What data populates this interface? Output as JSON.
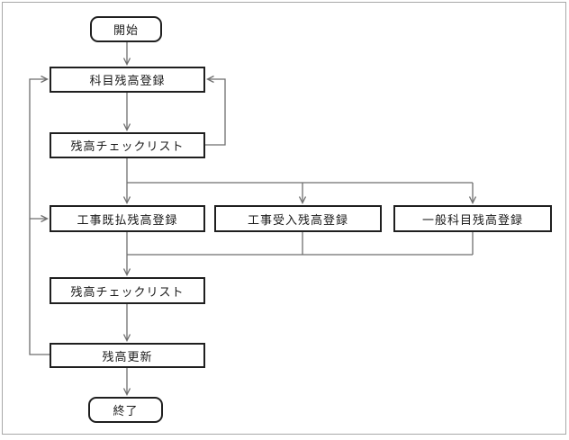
{
  "diagram": {
    "type": "flowchart",
    "language": "ja",
    "colors": {
      "box_border": "#1f1f1f",
      "connector": "#6e6e6e",
      "canvas_border": "#a8a8a8",
      "background": "#ffffff",
      "text": "#1a1a1a"
    },
    "nodes": [
      {
        "id": "start",
        "type": "terminator",
        "label": "開始"
      },
      {
        "id": "subject-balance-registration",
        "type": "process",
        "label": "科目残高登録"
      },
      {
        "id": "balance-checklist-1",
        "type": "process",
        "label": "残高チェックリスト"
      },
      {
        "id": "construction-paid-balance-registration",
        "type": "process",
        "label": "工事既払残高登録"
      },
      {
        "id": "construction-received-balance-registration",
        "type": "process",
        "label": "工事受入残高登録"
      },
      {
        "id": "general-subject-balance-registration",
        "type": "process",
        "label": "一般科目残高登録"
      },
      {
        "id": "balance-checklist-2",
        "type": "process",
        "label": "残高チェックリスト"
      },
      {
        "id": "balance-update",
        "type": "process",
        "label": "残高更新"
      },
      {
        "id": "end",
        "type": "terminator",
        "label": "終了"
      }
    ],
    "edges": [
      {
        "from": "start",
        "to": "subject-balance-registration"
      },
      {
        "from": "subject-balance-registration",
        "to": "balance-checklist-1"
      },
      {
        "from": "balance-checklist-1",
        "to": "subject-balance-registration",
        "kind": "feedback-right"
      },
      {
        "from": "balance-checklist-1",
        "to": "construction-paid-balance-registration"
      },
      {
        "from": "balance-checklist-1",
        "to": "construction-received-balance-registration"
      },
      {
        "from": "balance-checklist-1",
        "to": "general-subject-balance-registration"
      },
      {
        "from": "construction-paid-balance-registration",
        "to": "balance-checklist-2"
      },
      {
        "from": "construction-received-balance-registration",
        "to": "balance-checklist-2"
      },
      {
        "from": "general-subject-balance-registration",
        "to": "balance-checklist-2"
      },
      {
        "from": "balance-checklist-2",
        "to": "balance-update"
      },
      {
        "from": "balance-update",
        "to": "end"
      },
      {
        "from": "balance-update",
        "to": "subject-balance-registration",
        "kind": "feedback-left"
      },
      {
        "from": "balance-update",
        "to": "construction-paid-balance-registration",
        "kind": "feedback-left"
      }
    ]
  }
}
